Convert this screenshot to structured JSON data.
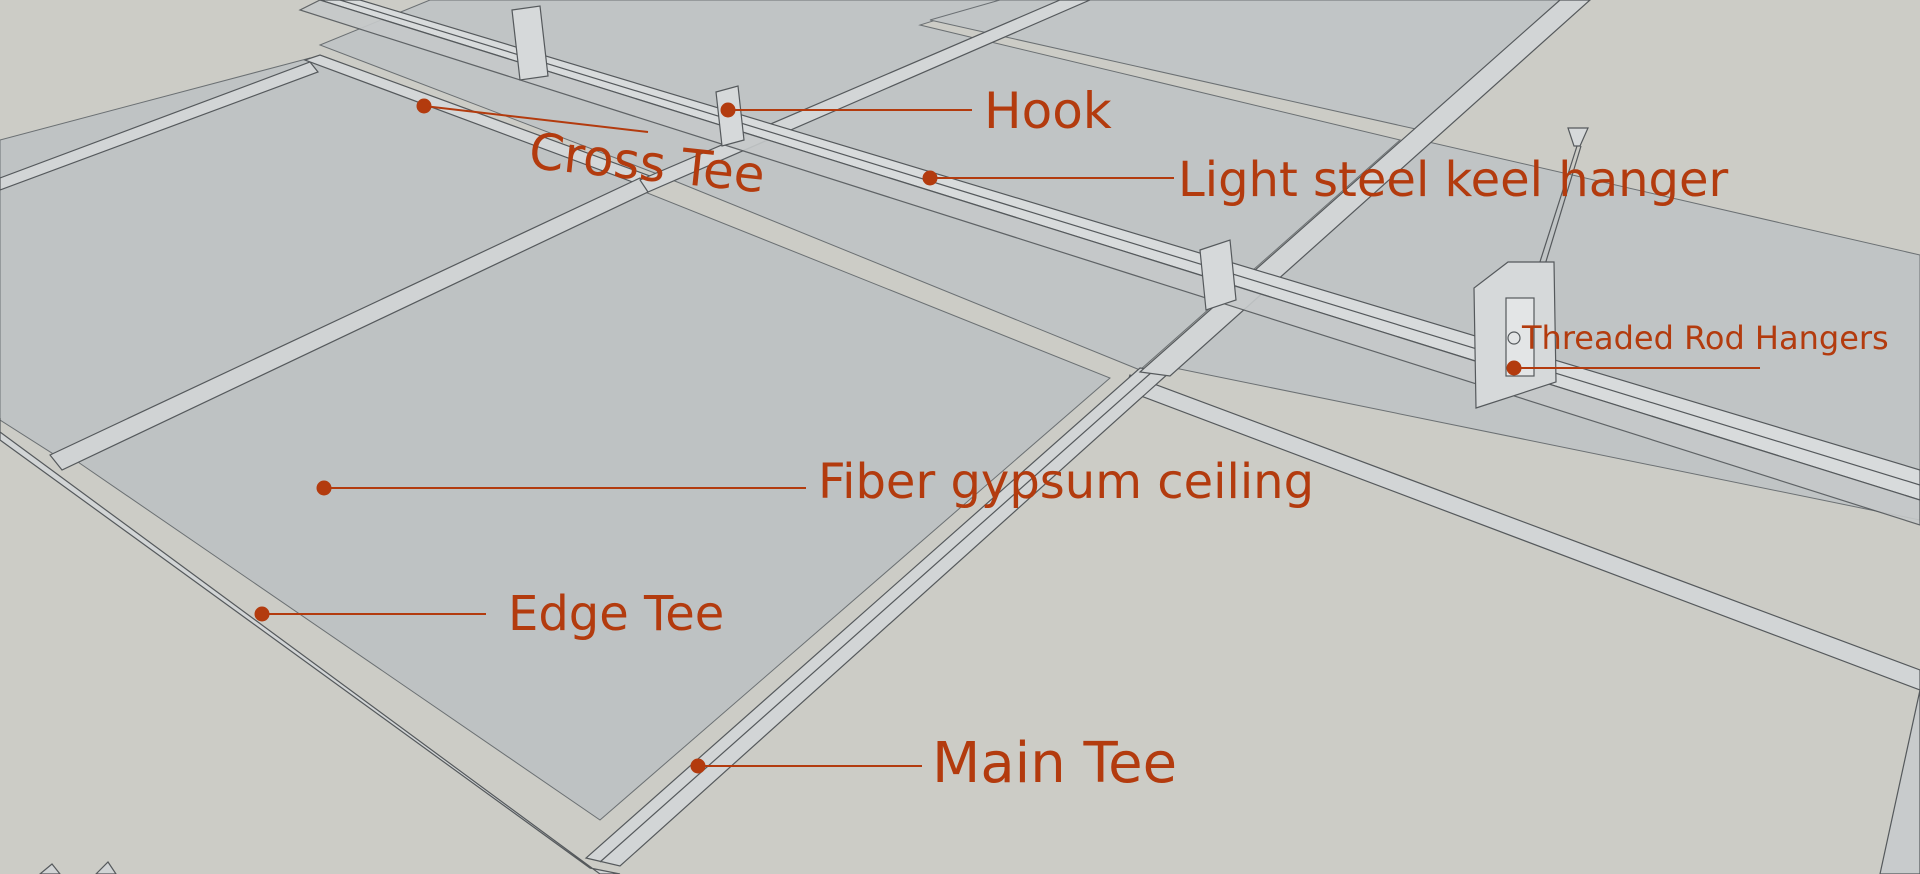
{
  "colors": {
    "background": "#ccccc6",
    "panel": "#bfc3c4",
    "rail": "#d2d5d6",
    "edge": "#55595c",
    "annotation": "#b33b0e"
  },
  "labels": {
    "hook": "Hook",
    "cross_tee": "Cross Tee",
    "light_steel_keel_hanger": "Light steel keel hanger",
    "threaded_rod_hangers": "Threaded Rod Hangers",
    "fiber_gypsum_ceiling": "Fiber gypsum ceiling",
    "edge_tee": "Edge Tee",
    "main_tee": "Main Tee"
  }
}
